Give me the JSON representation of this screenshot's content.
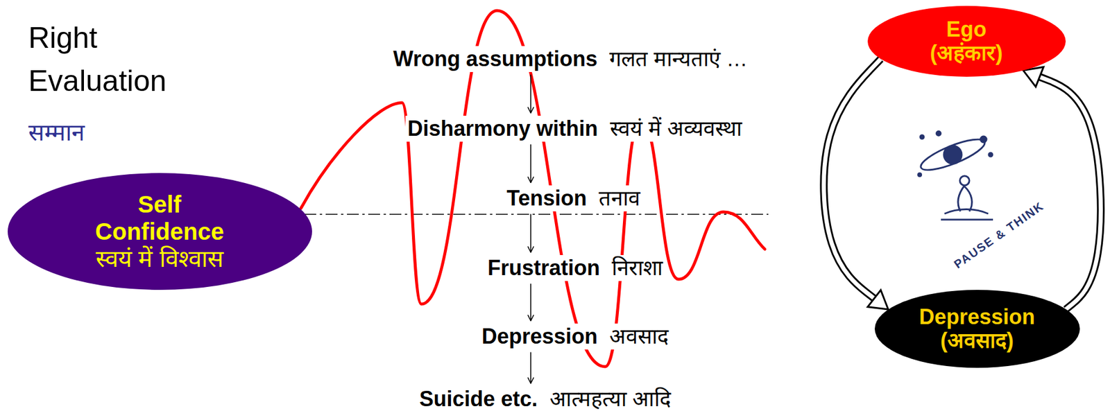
{
  "diagram": {
    "nodes": [
      {
        "text": [
          "Self Confidence",
          "स्वयं में विश्वास"
        ]
      },
      {
        "text": [
          "Wrong assumptions",
          "गलत मान्यताएं …"
        ]
      },
      {
        "text": [
          "Disharmony within",
          "स्वयं में अव्यवस्था"
        ]
      },
      {
        "text": [
          "Tension",
          "तनाव"
        ]
      },
      {
        "text": [
          "Frustration",
          "निराशा"
        ]
      },
      {
        "text": [
          "Depression",
          "अवसाद"
        ]
      },
      {
        "text": [
          "Suicide etc.",
          "आत्महत्या आदि"
        ]
      },
      {
        "text": [
          "Ego",
          "(अहंकार)"
        ]
      },
      {
        "text": [
          "Depression",
          "(अवसाद)"
        ]
      }
    ],
    "edges": [
      {
        "from": 1,
        "to": 2,
        "arrow": "to"
      },
      {
        "from": 2,
        "to": 3,
        "arrow": "to"
      },
      {
        "from": 3,
        "to": 4,
        "arrow": "to"
      },
      {
        "from": 4,
        "to": 5,
        "arrow": "to"
      },
      {
        "from": 5,
        "to": 6,
        "arrow": "to"
      },
      {
        "from": 7,
        "to": 8,
        "arrow": "to"
      },
      {
        "from": 8,
        "to": 7,
        "arrow": "to"
      }
    ],
    "labels": [
      "Right Evaluation",
      "सम्मान",
      "PAUSE & THINK"
    ]
  }
}
